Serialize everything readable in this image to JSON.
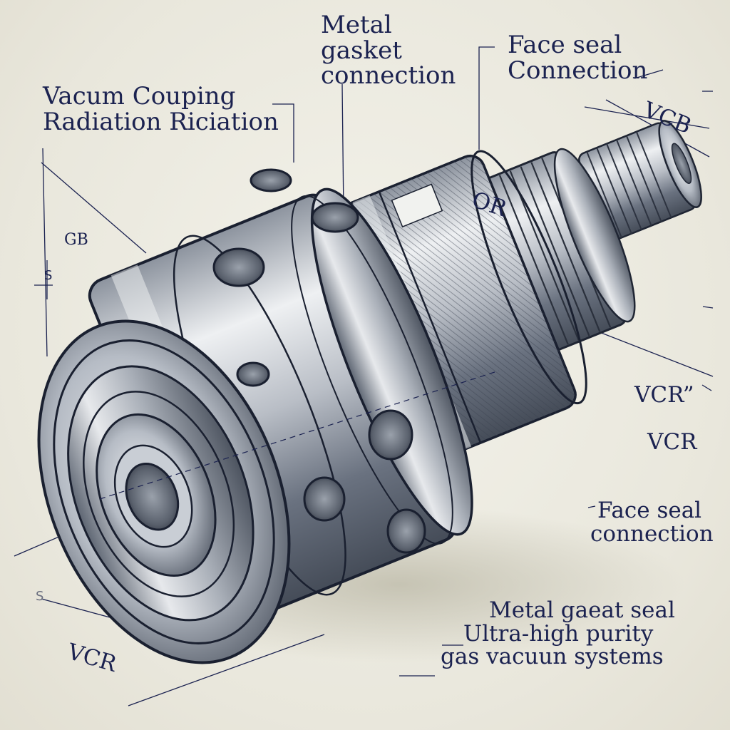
{
  "labels": {
    "metal_gasket": [
      "Metal",
      "gasket",
      "connection"
    ],
    "face_seal_top": [
      "Face seal",
      "Connection"
    ],
    "vcb_top": "VCB",
    "vacum_couping": [
      "Vacum Couping",
      "Radiation Riciation"
    ],
    "gb": "GB",
    "s_upper": "S",
    "s_lower": "S",
    "band_text": "OR",
    "vcr_right_1": "VCR”",
    "vcr_right_2": "VCR",
    "face_seal_right": [
      "Face seal",
      "connection"
    ],
    "bottom_right": [
      "Metal gaeat seal",
      "Ultra-high purity",
      "gas vacuun systems"
    ],
    "vcr_bottom": "VCR"
  },
  "colors": {
    "ink": "#1b2250",
    "metal_light": "#dcdfe2",
    "metal_dark": "#3a4150",
    "paper": "#ecebe0"
  }
}
